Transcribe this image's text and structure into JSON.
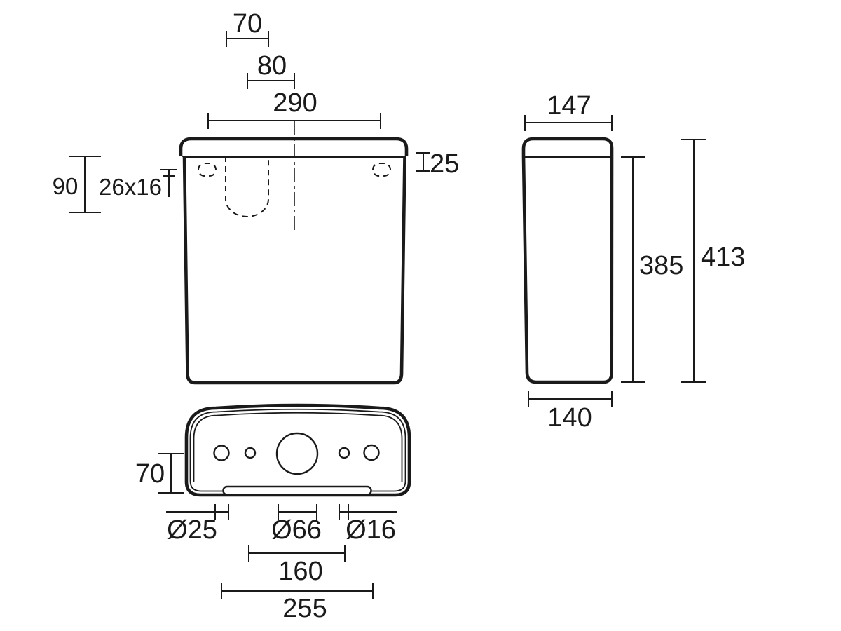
{
  "colors": {
    "ink": "#1a1a1a",
    "paper": "#ffffff"
  },
  "dims": {
    "front": {
      "flush_width": "70",
      "flush_offset": "80",
      "width": "290",
      "lid_height": "25",
      "left_height": "90",
      "keyhole": "26x16"
    },
    "side": {
      "top_depth": "147",
      "body_height": "385",
      "overall_height": "413",
      "bottom_depth": "140"
    },
    "bottom": {
      "base_height": "70",
      "dia_left": "Ø25",
      "dia_centre": "Ø66",
      "dia_right": "Ø16",
      "centres": "160",
      "overall": "255"
    }
  }
}
